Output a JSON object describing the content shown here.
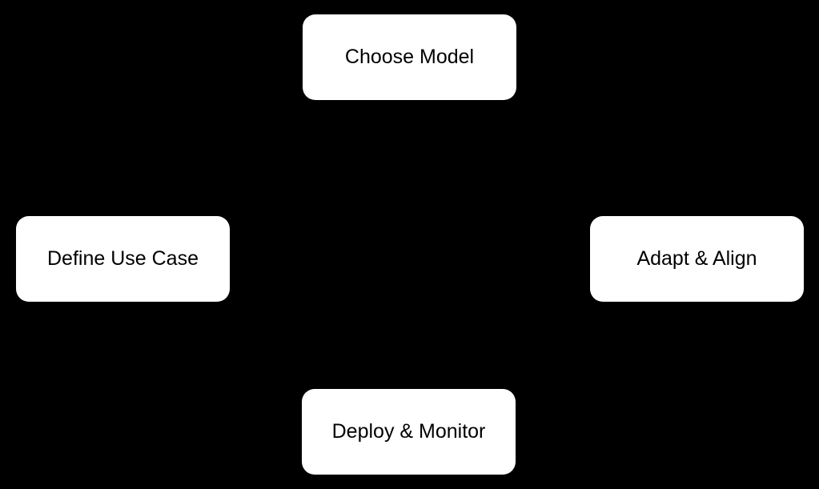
{
  "diagram": {
    "background_color": "#000000",
    "node_fill_color": "#ffffff",
    "node_text_color": "#000000",
    "nodes": [
      {
        "id": "choose-model",
        "label": "Choose Model",
        "position": "top"
      },
      {
        "id": "define-use-case",
        "label": "Define Use Case",
        "position": "left"
      },
      {
        "id": "adapt-align",
        "label": "Adapt & Align",
        "position": "right"
      },
      {
        "id": "deploy-monitor",
        "label": "Deploy & Monitor",
        "position": "bottom"
      }
    ]
  }
}
